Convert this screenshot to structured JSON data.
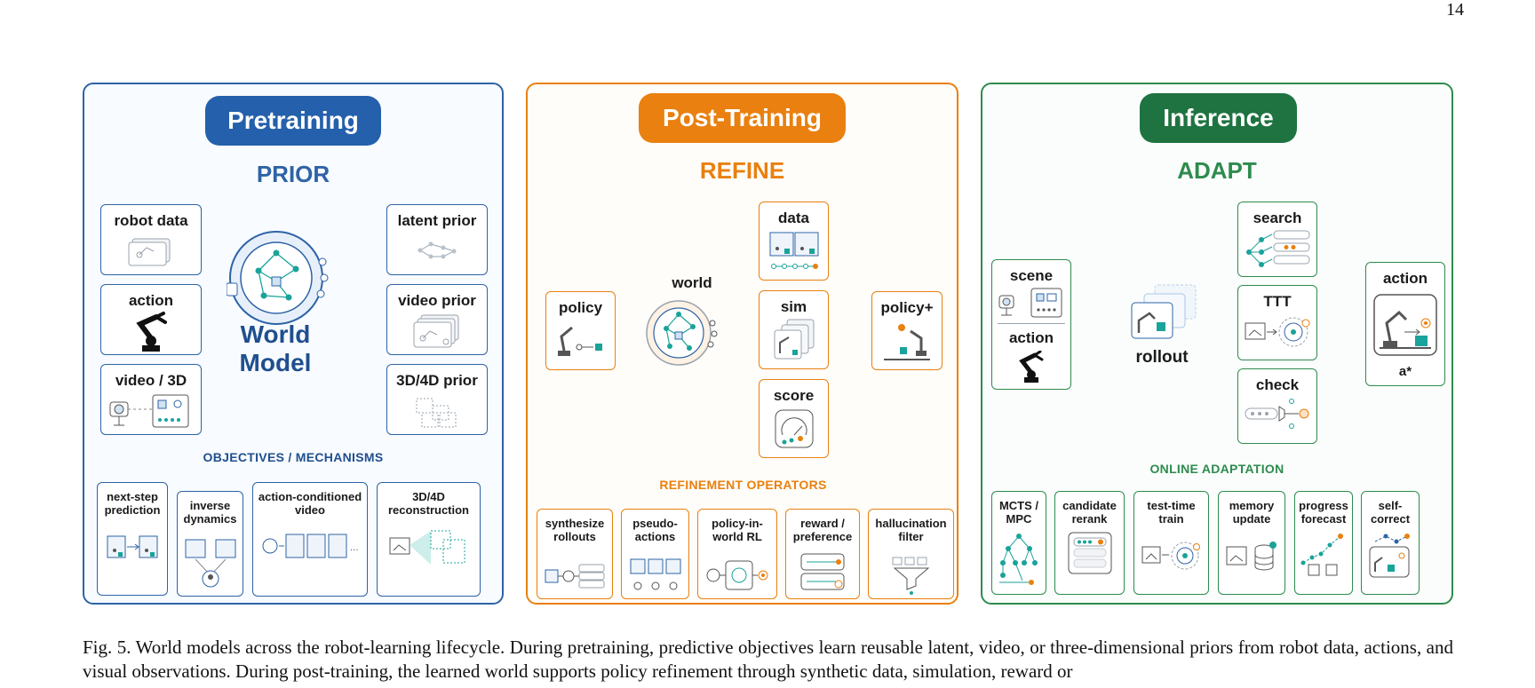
{
  "page_number": "14",
  "pretraining": {
    "title": "Pretraining",
    "subtitle": "PRIOR",
    "center_label_1": "World",
    "center_label_2": "Model",
    "inputs": [
      "robot data",
      "action",
      "video / 3D"
    ],
    "outputs": [
      "latent prior",
      "video prior",
      "3D/4D prior"
    ],
    "section": "OBJECTIVES / MECHANISMS",
    "objectives": [
      "next-step prediction",
      "inverse dynamics",
      "action-conditioned video",
      "3D/4D reconstruction"
    ]
  },
  "post_training": {
    "title": "Post-Training",
    "subtitle": "REFINE",
    "policy": "policy",
    "world": "world",
    "branches": [
      "data",
      "sim",
      "score"
    ],
    "policy_plus": "policy+",
    "section": "REFINEMENT OPERATORS",
    "operators": [
      "synthesize rollouts",
      "pseudo-actions",
      "policy-in-world RL",
      "reward / preference",
      "hallucination filter"
    ]
  },
  "inference": {
    "title": "Inference",
    "subtitle": "ADAPT",
    "scene": "scene",
    "action": "action",
    "rollout": "rollout",
    "checks": [
      "search",
      "TTT",
      "check"
    ],
    "output_title": "action",
    "output_value": "a*",
    "section": "ONLINE ADAPTATION",
    "methods": [
      "MCTS / MPC",
      "candidate rerank",
      "test-time train",
      "memory update",
      "progress forecast",
      "self-correct"
    ]
  },
  "caption": "Fig. 5.  World models across the robot-learning lifecycle. During pretraining, predictive objectives learn reusable latent, video, or three-dimensional priors from robot data, actions, and visual observations. During post-training, the learned world supports policy refinement through synthetic data, simulation, reward or",
  "colors": {
    "blue": "#2e63a6",
    "orange": "#e9800f",
    "green": "#2e8b4e",
    "teal": "#1aa39a"
  }
}
